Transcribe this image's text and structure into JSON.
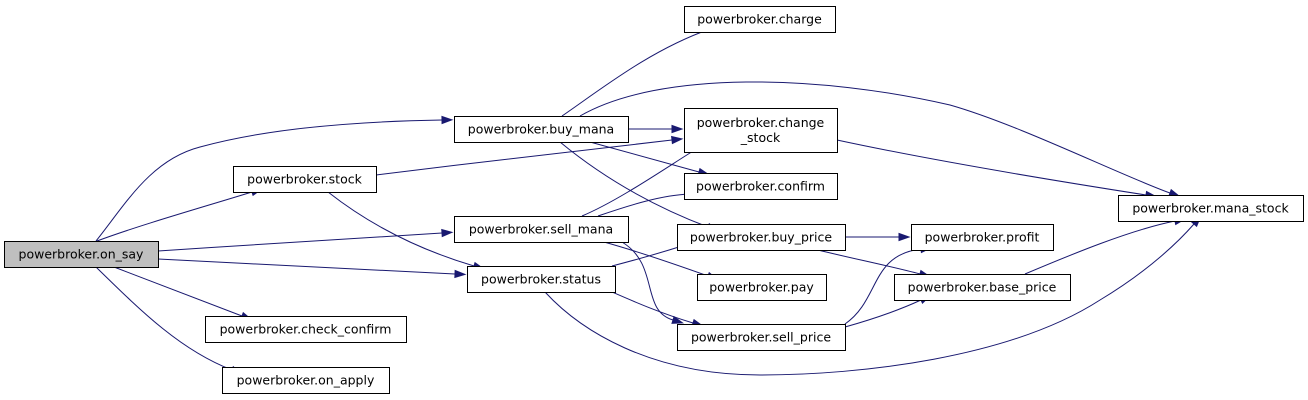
{
  "graph": {
    "edge_color": "#191970",
    "root_fill": "#bfbfbf",
    "nodes": [
      {
        "id": "on_say",
        "label": "powerbroker.on_say",
        "root": true
      },
      {
        "id": "buy_mana",
        "label": "powerbroker.buy_mana"
      },
      {
        "id": "stock",
        "label": "powerbroker.stock"
      },
      {
        "id": "sell_mana",
        "label": "powerbroker.sell_mana"
      },
      {
        "id": "status",
        "label": "powerbroker.status"
      },
      {
        "id": "check_confirm",
        "label": "powerbroker.check_confirm"
      },
      {
        "id": "on_apply",
        "label": "powerbroker.on_apply"
      },
      {
        "id": "charge",
        "label": "powerbroker.charge"
      },
      {
        "id": "change_stock",
        "label": "powerbroker.change\n_stock"
      },
      {
        "id": "confirm",
        "label": "powerbroker.confirm"
      },
      {
        "id": "buy_price",
        "label": "powerbroker.buy_price"
      },
      {
        "id": "pay",
        "label": "powerbroker.pay"
      },
      {
        "id": "sell_price",
        "label": "powerbroker.sell_price"
      },
      {
        "id": "profit",
        "label": "powerbroker.profit"
      },
      {
        "id": "base_price",
        "label": "powerbroker.base_price"
      },
      {
        "id": "mana_stock",
        "label": "powerbroker.mana_stock"
      }
    ],
    "edges": [
      {
        "from": "on_say",
        "to": "buy_mana"
      },
      {
        "from": "on_say",
        "to": "stock"
      },
      {
        "from": "on_say",
        "to": "sell_mana"
      },
      {
        "from": "on_say",
        "to": "status"
      },
      {
        "from": "on_say",
        "to": "check_confirm"
      },
      {
        "from": "on_say",
        "to": "on_apply"
      },
      {
        "from": "buy_mana",
        "to": "charge"
      },
      {
        "from": "buy_mana",
        "to": "change_stock"
      },
      {
        "from": "buy_mana",
        "to": "confirm"
      },
      {
        "from": "buy_mana",
        "to": "buy_price"
      },
      {
        "from": "buy_mana",
        "to": "mana_stock"
      },
      {
        "from": "stock",
        "to": "change_stock"
      },
      {
        "from": "stock",
        "to": "status"
      },
      {
        "from": "sell_mana",
        "to": "change_stock"
      },
      {
        "from": "sell_mana",
        "to": "confirm"
      },
      {
        "from": "sell_mana",
        "to": "pay"
      },
      {
        "from": "sell_mana",
        "to": "sell_price"
      },
      {
        "from": "status",
        "to": "buy_price"
      },
      {
        "from": "status",
        "to": "sell_price"
      },
      {
        "from": "status",
        "to": "mana_stock"
      },
      {
        "from": "change_stock",
        "to": "mana_stock"
      },
      {
        "from": "buy_price",
        "to": "profit"
      },
      {
        "from": "buy_price",
        "to": "base_price"
      },
      {
        "from": "sell_price",
        "to": "profit"
      },
      {
        "from": "sell_price",
        "to": "base_price"
      },
      {
        "from": "base_price",
        "to": "mana_stock"
      }
    ]
  }
}
